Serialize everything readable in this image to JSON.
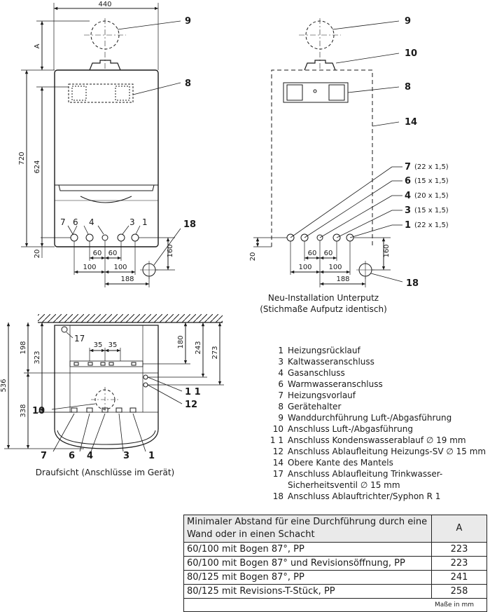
{
  "front_view": {
    "width_dim": "440",
    "dim_A": "A",
    "dim_720": "720",
    "dim_624": "624",
    "dim_20": "20",
    "dim_160": "160",
    "dim_60a": "60",
    "dim_60b": "60",
    "dim_100a": "100",
    "dim_100b": "100",
    "dim_188": "188",
    "callout_9": "9",
    "callout_8": "8",
    "callout_18": "18",
    "conn_7": "7",
    "conn_6": "6",
    "conn_4": "4",
    "conn_3": "3",
    "conn_1": "1"
  },
  "install_view": {
    "callout_9": "9",
    "callout_10": "10",
    "callout_8": "8",
    "callout_14": "14",
    "callout_7": "7",
    "spec_7": "(22 x 1,5)",
    "callout_6": "6",
    "spec_6": "(15 x 1,5)",
    "callout_4": "4",
    "spec_4": "(20 x 1,5)",
    "callout_3": "3",
    "spec_3": "(15 x 1,5)",
    "callout_1": "1",
    "spec_1": "(22 x 1,5)",
    "callout_18": "18",
    "dim_20": "20",
    "dim_160": "160",
    "dim_60a": "60",
    "dim_60b": "60",
    "dim_100a": "100",
    "dim_100b": "100",
    "dim_188": "188",
    "caption_line1": "Neu-Installation Unterputz",
    "caption_line2": "(Stichmaße Aufputz identisch)"
  },
  "top_view": {
    "dim_536": "536",
    "dim_198": "198",
    "dim_323": "323",
    "dim_338": "338",
    "dim_35a": "35",
    "dim_35b": "35",
    "dim_180": "180",
    "dim_243": "243",
    "dim_273": "273",
    "callout_17": "17",
    "callout_11": "1 1",
    "callout_12": "12",
    "callout_10": "10",
    "conn_7": "7",
    "conn_6": "6",
    "conn_4": "4",
    "conn_3": "3",
    "conn_1": "1",
    "caption": "Draufsicht (Anschlüsse im Gerät)"
  },
  "legend": [
    {
      "num": "1",
      "text": "Heizungsrücklauf"
    },
    {
      "num": "3",
      "text": "Kaltwasseranschluss"
    },
    {
      "num": "4",
      "text": "Gasanschluss"
    },
    {
      "num": "6",
      "text": "Warmwasseranschluss"
    },
    {
      "num": "7",
      "text": "Heizungsvorlauf"
    },
    {
      "num": "8",
      "text": "Gerätehalter"
    },
    {
      "num": "9",
      "text": "Wanddurchführung Luft-/Abgasführung"
    },
    {
      "num": "10",
      "text": "Anschluss Luft-/Abgasführung"
    },
    {
      "num": "1 1",
      "text": "Anschluss Kondenswasserablauf ∅ 19 mm"
    },
    {
      "num": "12",
      "text": "Anschluss Ablaufleitung Heizungs-SV ∅ 15 mm"
    },
    {
      "num": "14",
      "text": "Obere Kante des Mantels"
    },
    {
      "num": "17",
      "text": "Anschluss Ablaufleitung Trinkwasser-\nSicherheitsventil ∅ 15 mm"
    },
    {
      "num": "18",
      "text": "Anschluss Ablauftrichter/Syphon R 1"
    }
  ],
  "table": {
    "header": "Minimaler Abstand für eine Durchführung durch eine Wand oder in einen Schacht",
    "header_col": "A",
    "rows": [
      {
        "label": "60/100 mit Bogen 87°, PP",
        "value": "223"
      },
      {
        "label": "60/100 mit Bogen 87° und Revisionsöffnung, PP",
        "value": "223"
      },
      {
        "label": "80/125 mit Bogen 87°, PP",
        "value": "241"
      },
      {
        "label": "80/125 mit Revisions-T-Stück, PP",
        "value": "258"
      }
    ],
    "unit_note": "Maße in mm"
  }
}
